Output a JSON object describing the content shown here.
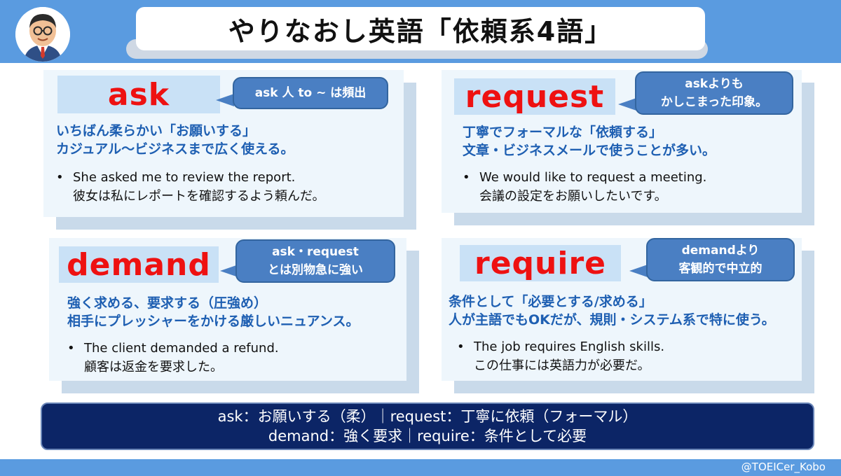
{
  "title": "やりなおし英語「依頼系4語」",
  "cards": [
    {
      "word": "ask",
      "bubble": [
        "ask 人 to ~ は頻出"
      ],
      "desc": [
        "いちばん柔らかい「お願いする」",
        "カジュアル〜ビジネスまで広く使える。"
      ],
      "example_en": "She asked me to review the report.",
      "example_ja": "彼女は私にレポートを確認するよう頼んだ。"
    },
    {
      "word": "request",
      "bubble": [
        "askよりも",
        "かしこまった印象。"
      ],
      "desc": [
        "丁寧でフォーマルな「依頼する」",
        "文章・ビジネスメールで使うことが多い。"
      ],
      "example_en": "We would like to request a meeting.",
      "example_ja": "会議の設定をお願いしたいです。"
    },
    {
      "word": "demand",
      "bubble": [
        "ask・request",
        "とは別物急に強い"
      ],
      "desc": [
        "強く求める、要求する（圧強め）",
        "相手にプレッシャーをかける厳しいニュアンス。"
      ],
      "example_en": "The client demanded a refund.",
      "example_ja": "顧客は返金を要求した。"
    },
    {
      "word": "require",
      "bubble": [
        "demandより",
        "客観的で中立的"
      ],
      "desc": [
        "条件として「必要とする/求める」",
        "人が主語でもOKだが、規則・システム系で特に使う。"
      ],
      "example_en": "The job requires English skills.",
      "example_ja": "この仕事には英語力が必要だ。"
    }
  ],
  "summary": [
    "ask：お願いする（柔）｜request：丁寧に依頼（フォーマル）",
    "demand：強く要求｜require：条件として必要"
  ],
  "credit": "@TOEICer_Kobo",
  "colors": {
    "header": "#5a9be0",
    "word": "#ee1111",
    "desc": "#1e5fb2",
    "bubble": "#4a7fc3",
    "summary_bg": "#0c2566"
  }
}
